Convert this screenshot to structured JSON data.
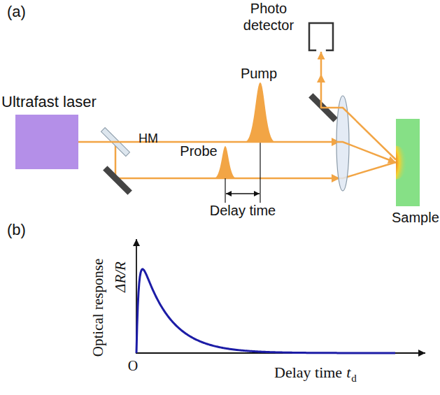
{
  "diagram": {
    "nodes": [
      {
        "text": [
          "Ultrafast laser"
        ]
      },
      {
        "text": [
          "Photo detector"
        ]
      },
      {
        "text": [
          "Sample"
        ]
      }
    ],
    "edges": [
      {
        "from": 0,
        "to": 2,
        "arrow": "to"
      },
      {
        "from": 2,
        "to": 1,
        "arrow": "to"
      }
    ],
    "labels": [
      "(a)",
      "HM",
      "Pump",
      "Probe",
      "Delay time",
      "(b)",
      "Optical response",
      "ΔR/R",
      "O",
      "Delay time",
      "t",
      "d"
    ]
  }
}
